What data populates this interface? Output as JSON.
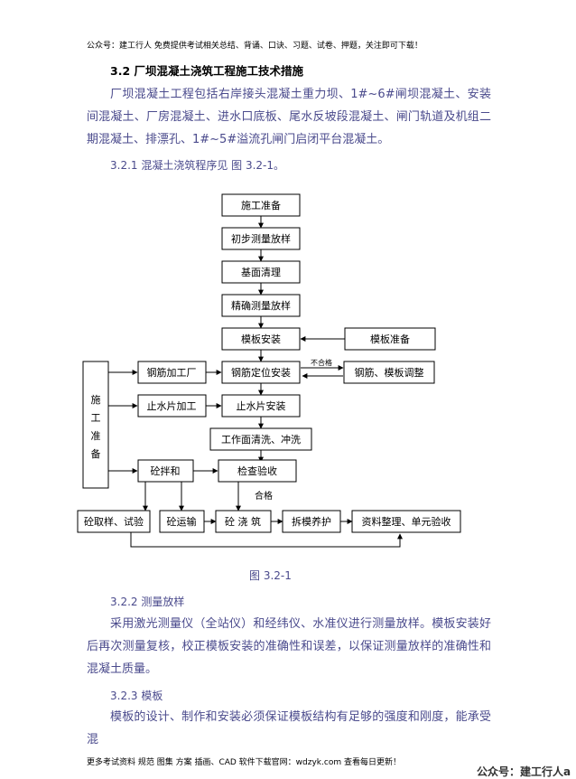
{
  "header": {
    "notice": "公众号：建工行人 免费提供考试相关总结、背诵、口诀、习题、试卷、押题，关注即可下载！"
  },
  "section": {
    "title": "3.2   厂坝混凝土浇筑工程施工技术措施",
    "intro": "厂坝混凝土工程包括右岸接头混凝土重力坝、1#~6#闸坝混凝土、安装间混凝土、厂房混凝土、进水口底板、尾水反坡段混凝土、闸门轨道及机组二期混凝土、排漂孔、1#~5#溢流孔闸门启闭平台混凝土。",
    "flow_ref": "3.2.1   混凝土浇筑程序见 图 3.2-1。"
  },
  "flowchart": {
    "nodes": {
      "n1": "施工准备",
      "n2": "初步测量放样",
      "n3": "基面清理",
      "n4": "精确测量放样",
      "n5": "模板安装",
      "n6": "模板准备",
      "n7": "钢筋定位安装",
      "n8": "钢筋加工厂",
      "n9": "钢筋、模板调整",
      "n10": "止水片加工",
      "n11": "止水片安装",
      "n12": "工作面清洗、冲洗",
      "n13": "砼拌和",
      "n14": "检查验收",
      "n15": "砼取样、试验",
      "n16": "砼运输",
      "n17": "砼 浇 筑",
      "n18": "拆模养护",
      "n19": "资料整理、单元验收",
      "side": [
        "施",
        "工",
        "准",
        "备"
      ]
    },
    "labels": {
      "fail": "不合格",
      "pass": "合格"
    }
  },
  "figure": {
    "caption": "图 3.2-1"
  },
  "survey": {
    "title": "3.2.2   测量放样",
    "body": "采用激光测量仪（全站仪）和经纬仪、水准仪进行测量放样。模板安装好后再次测量复核，校正模板安装的准确性和误差，以保证测量放样的准确性和混凝土质量。"
  },
  "formwork": {
    "title": "3.2.3   模板",
    "body": "模板的设计、制作和安装必须保证模板结构有足够的强度和刚度，能承受混"
  },
  "footer": {
    "notice": "更多考试资料 规范 图集 方案 插画、CAD 软件下载官网：wdzyk.com 查看每日更新！"
  },
  "watermark": {
    "text": "公众号：建工行人a"
  }
}
